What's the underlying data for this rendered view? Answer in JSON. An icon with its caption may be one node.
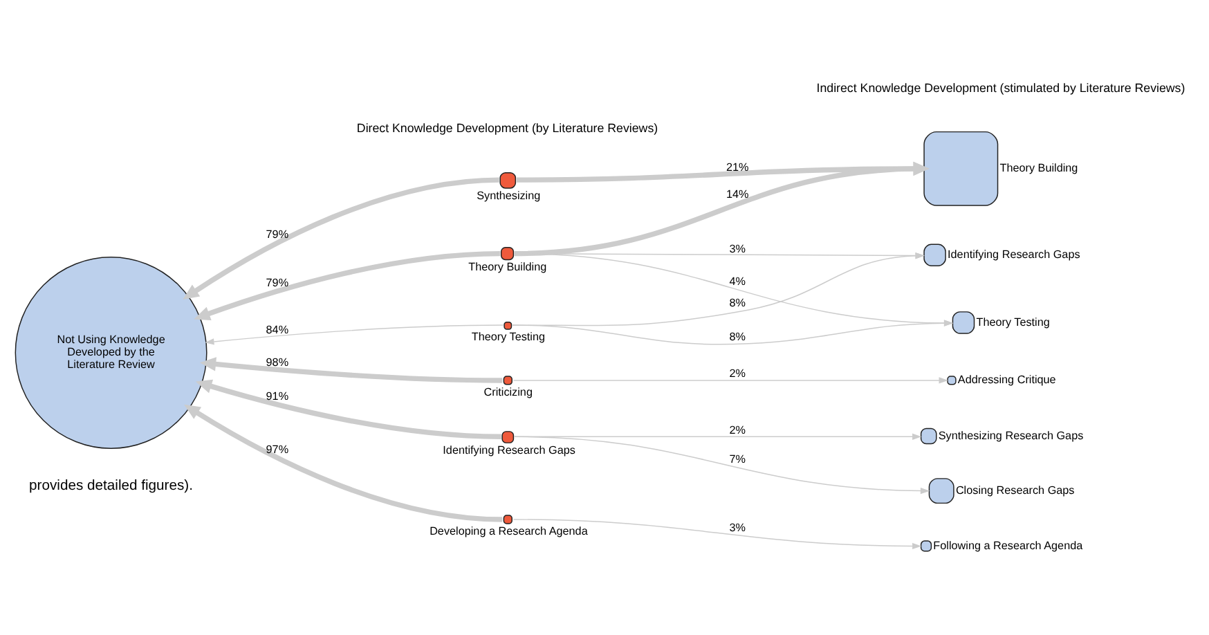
{
  "diagram": {
    "nodes": [
      {
        "text": [
          "Not Using Knowledge Developed by the Literature Review"
        ]
      },
      {
        "text": [
          "Synthesizing"
        ]
      },
      {
        "text": [
          "Theory Building"
        ]
      },
      {
        "text": [
          "Theory Testing"
        ]
      },
      {
        "text": [
          "Criticizing"
        ]
      },
      {
        "text": [
          "Identifying Research Gaps"
        ]
      },
      {
        "text": [
          "Developing a Research Agenda"
        ]
      },
      {
        "text": [
          "Theory Building"
        ]
      },
      {
        "text": [
          "Theory Testing"
        ]
      },
      {
        "text": [
          "Identifying Research Gaps"
        ]
      },
      {
        "text": [
          "Addressing Critique"
        ]
      },
      {
        "text": [
          "Synthesizing Research Gaps"
        ]
      },
      {
        "text": [
          "Closing Research Gaps"
        ]
      },
      {
        "text": [
          "Following a Research Agenda"
        ]
      }
    ],
    "edges": [
      {
        "from": 1,
        "to": 0,
        "label": "79%",
        "arrow": "to",
        "style": "thick"
      },
      {
        "from": 2,
        "to": 0,
        "label": "79%",
        "arrow": "to",
        "style": "thick"
      },
      {
        "from": 3,
        "to": 0,
        "label": "84%",
        "arrow": "to"
      },
      {
        "from": 4,
        "to": 0,
        "label": "98%",
        "arrow": "to",
        "style": "thick"
      },
      {
        "from": 5,
        "to": 0,
        "label": "91%",
        "arrow": "to",
        "style": "thick"
      },
      {
        "from": 6,
        "to": 0,
        "label": "97%",
        "arrow": "to",
        "style": "thick"
      },
      {
        "from": 1,
        "to": 7,
        "label": "21%",
        "arrow": "to",
        "style": "thick"
      },
      {
        "from": 2,
        "to": 7,
        "label": "14%",
        "arrow": "to",
        "style": "thick"
      },
      {
        "from": 2,
        "to": 8,
        "label": "4%",
        "arrow": "to"
      },
      {
        "from": 2,
        "to": 9,
        "label": "3%",
        "arrow": "to"
      },
      {
        "from": 3,
        "to": 8,
        "label": "8%",
        "arrow": "to"
      },
      {
        "from": 3,
        "to": 9,
        "label": "8%",
        "arrow": "to"
      },
      {
        "from": 4,
        "to": 10,
        "label": "2%",
        "arrow": "to"
      },
      {
        "from": 5,
        "to": 11,
        "label": "2%",
        "arrow": "to"
      },
      {
        "from": 5,
        "to": 12,
        "label": "7%",
        "arrow": "to"
      },
      {
        "from": 6,
        "to": 13,
        "label": "3%",
        "arrow": "to"
      }
    ],
    "labels": [
      "provides detailed figures).",
      "Direct Knowledge Development (by Literature Reviews)",
      "Indirect Knowledge Development (stimulated by Literature Reviews)"
    ]
  }
}
